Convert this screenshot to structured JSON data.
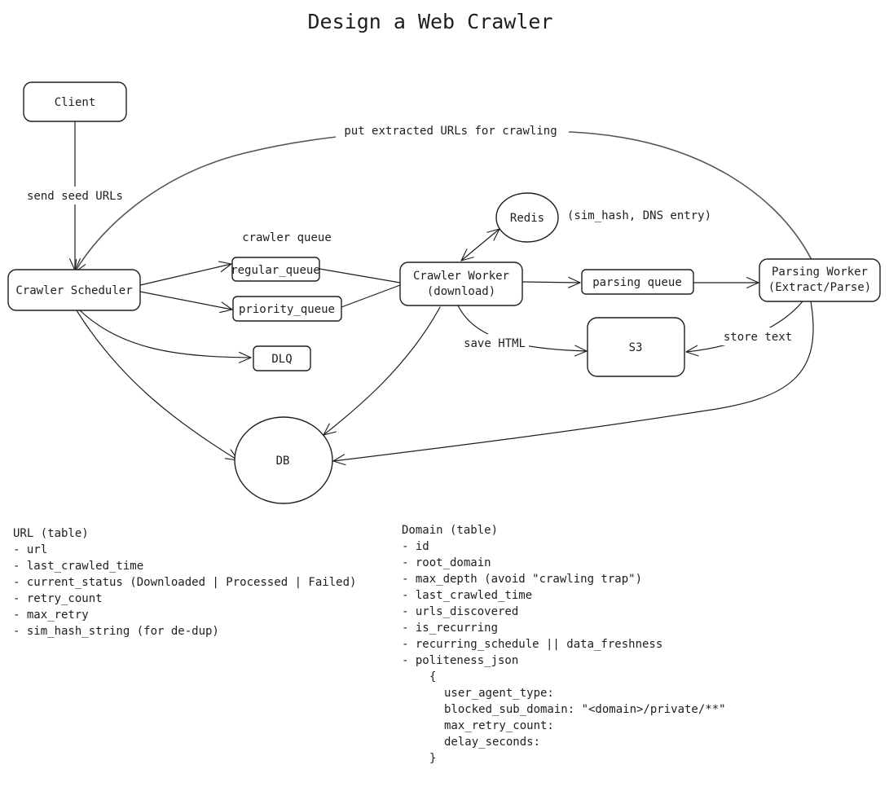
{
  "title": "Design a Web Crawler",
  "nodes": {
    "client": "Client",
    "crawler_scheduler": "Crawler Scheduler",
    "regular_queue": "regular_queue",
    "priority_queue": "priority_queue",
    "crawler_worker_line1": "Crawler Worker",
    "crawler_worker_line2": "(download)",
    "redis": "Redis",
    "parsing_queue": "parsing queue",
    "parsing_worker_line1": "Parsing Worker",
    "parsing_worker_line2": "(Extract/Parse)",
    "dlq": "DLQ",
    "s3": "S3",
    "db": "DB"
  },
  "labels": {
    "send_seed_urls": "send seed URLs",
    "put_extracted_urls": "put extracted URLs for crawling",
    "crawler_queue": "crawler queue",
    "redis_note": "(sim_hash, DNS entry)",
    "save_html": "save HTML",
    "store_text": "store text"
  },
  "url_table": {
    "heading": "URL (table)",
    "fields": [
      "- url",
      "- last_crawled_time",
      "- current_status (Downloaded | Processed | Failed)",
      "- retry_count",
      "- max_retry",
      "- sim_hash_string (for de-dup)"
    ]
  },
  "domain_table": {
    "heading": "Domain (table)",
    "fields": [
      "- id",
      "- root_domain",
      "- max_depth (avoid \"crawling trap\")",
      "- last_crawled_time",
      "- urls_discovered",
      "- is_recurring",
      "- recurring_schedule || data_freshness",
      "- politeness_json"
    ],
    "json_open": "{",
    "json_fields": [
      "user_agent_type:",
      "blocked_sub_domain: \"<domain>/private/**\"",
      "max_retry_count:",
      "delay_seconds:"
    ],
    "json_close": "}"
  },
  "colors": {
    "stroke": "#1e1e1e",
    "background": "#ffffff"
  }
}
